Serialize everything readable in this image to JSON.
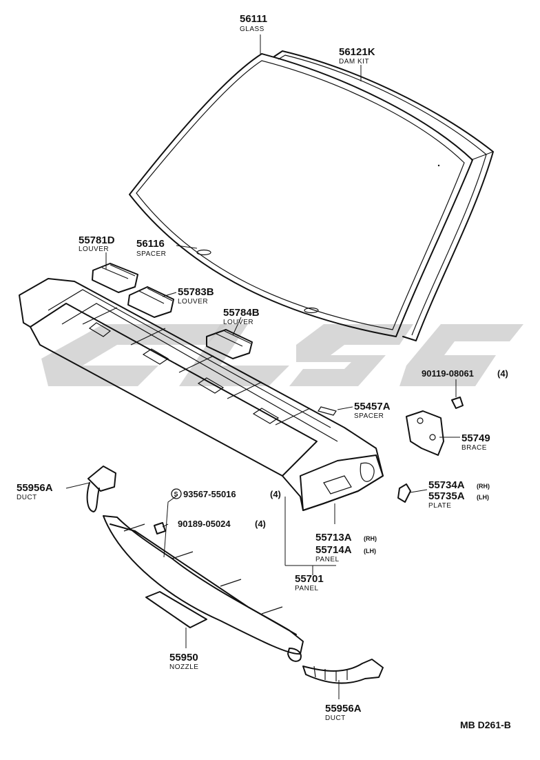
{
  "diagram": {
    "reference_code": "MB D261-B",
    "watermark_text": "",
    "parts": [
      {
        "id": "p_56111",
        "number": "56111",
        "name": "GLASS"
      },
      {
        "id": "p_56121",
        "number": "56121K",
        "name": "DAM KIT"
      },
      {
        "id": "p_55781",
        "number": "55781D",
        "name": "LOUVER"
      },
      {
        "id": "p_56116",
        "number": "56116",
        "name": "SPACER"
      },
      {
        "id": "p_55783",
        "number": "55783B",
        "name": "LOUVER"
      },
      {
        "id": "p_55784",
        "number": "55784B",
        "name": "LOUVER"
      },
      {
        "id": "p_90119",
        "number": "90119-08061",
        "qty": "(4)"
      },
      {
        "id": "p_55457",
        "number": "55457A",
        "name": "SPACER"
      },
      {
        "id": "p_55749",
        "number": "55749",
        "name": "BRACE"
      },
      {
        "id": "p_55734",
        "number": "55734A",
        "suffix": "(RH)"
      },
      {
        "id": "p_55735",
        "number": "55735A",
        "suffix": "(LH)",
        "name": "PLATE"
      },
      {
        "id": "p_55956_top",
        "number": "55956A",
        "name": "DUCT"
      },
      {
        "id": "p_93567",
        "symbol": "S",
        "number": "93567-55016",
        "qty": "(4)"
      },
      {
        "id": "p_90189",
        "number": "90189-05024",
        "qty": "(4)"
      },
      {
        "id": "p_55713",
        "number": "55713A",
        "suffix": "(RH)"
      },
      {
        "id": "p_55714",
        "number": "55714A",
        "suffix": "(LH)",
        "name": "PANEL"
      },
      {
        "id": "p_55701",
        "number": "55701",
        "name": "PANEL"
      },
      {
        "id": "p_55950",
        "number": "55950",
        "name": "NOZZLE"
      },
      {
        "id": "p_55956_bot",
        "number": "55956A",
        "name": "DUCT"
      }
    ]
  }
}
